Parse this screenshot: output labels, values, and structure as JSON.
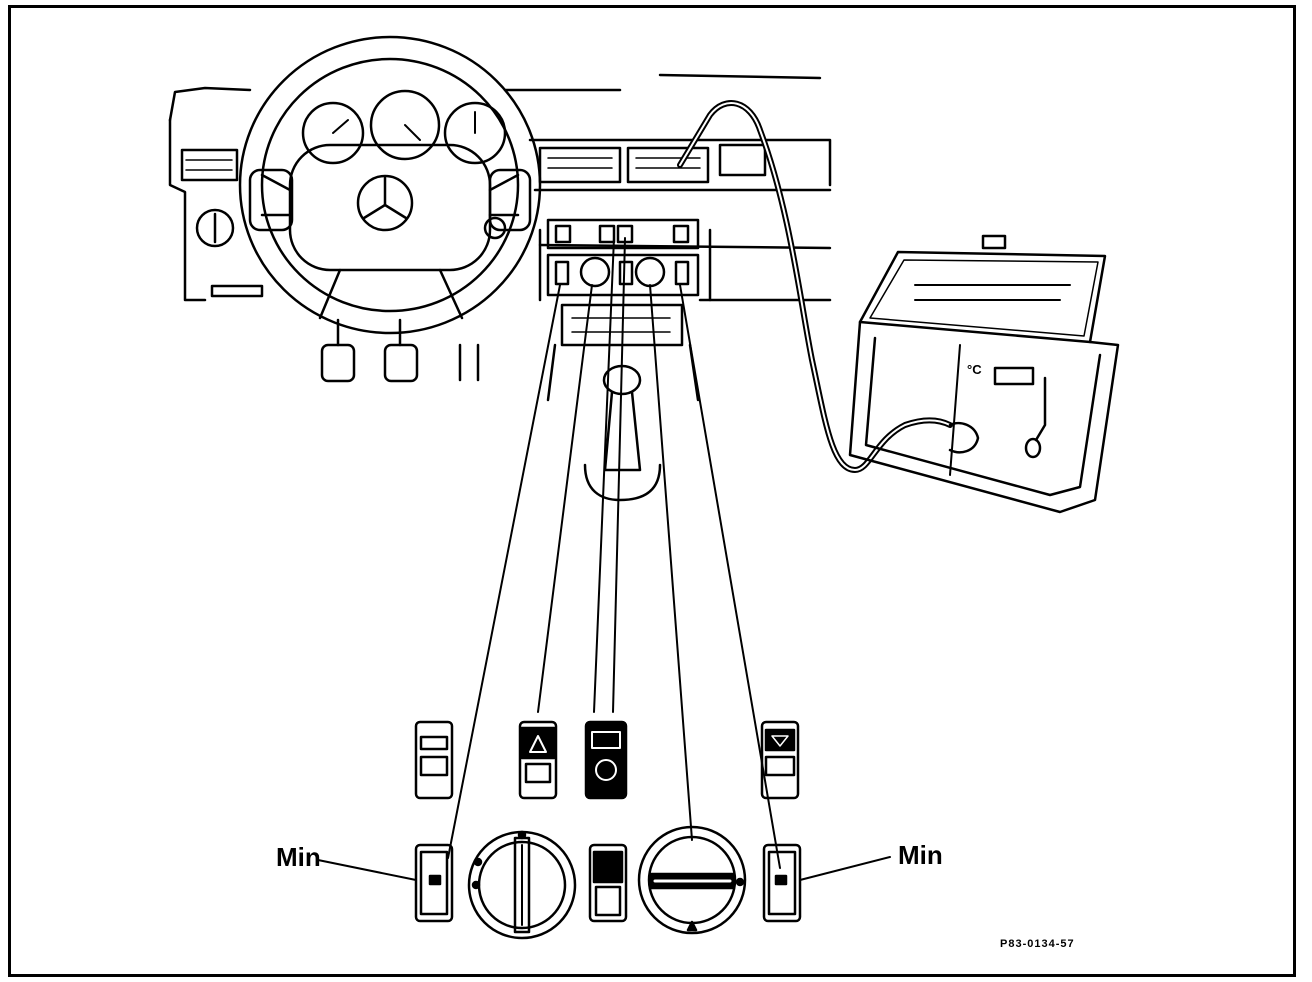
{
  "labels": {
    "min_left": "Min",
    "min_right": "Min",
    "figure_code": "P83-0134-57",
    "tester_unit": "°C"
  },
  "icons": {
    "steering_emblem": "mercedes-star-icon",
    "tester": "temperature-tester-icon"
  },
  "colors": {
    "line": "#000000",
    "background": "#ffffff"
  }
}
